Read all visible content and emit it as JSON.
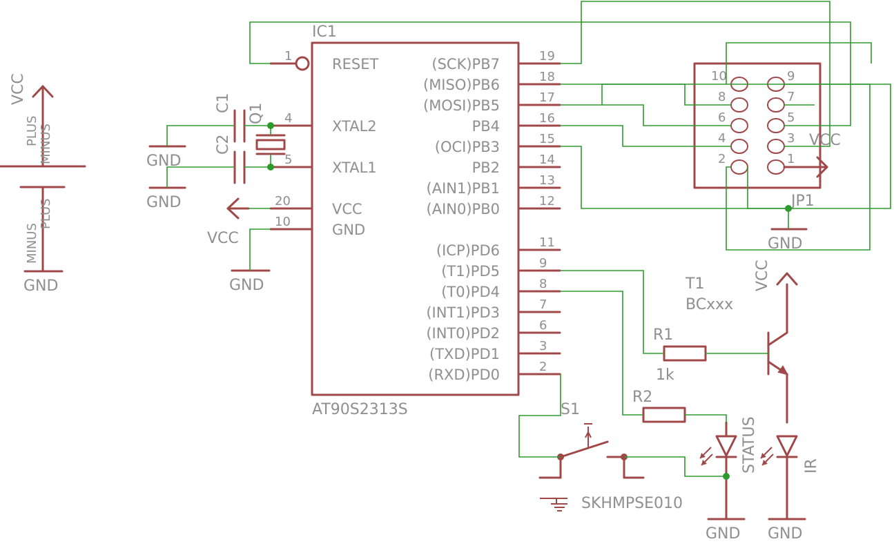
{
  "ic": {
    "name": "IC1",
    "part": "AT90S2313S",
    "left_pins": [
      {
        "num": "1",
        "name": "RESET"
      },
      {
        "num": "4",
        "name": "XTAL2"
      },
      {
        "num": "5",
        "name": "XTAL1"
      },
      {
        "num": "20",
        "name": "VCC"
      },
      {
        "num": "10",
        "name": "GND"
      }
    ],
    "right_pins": [
      {
        "num": "19",
        "name": "(SCK)PB7"
      },
      {
        "num": "18",
        "name": "(MISO)PB6"
      },
      {
        "num": "17",
        "name": "(MOSI)PB5"
      },
      {
        "num": "16",
        "name": "PB4"
      },
      {
        "num": "15",
        "name": "(OCI)PB3"
      },
      {
        "num": "14",
        "name": "PB2"
      },
      {
        "num": "13",
        "name": "(AIN1)PB1"
      },
      {
        "num": "12",
        "name": "(AIN0)PB0"
      },
      {
        "num": "11",
        "name": "(ICP)PD6"
      },
      {
        "num": "9",
        "name": "(T1)PD5"
      },
      {
        "num": "8",
        "name": "(T0)PD4"
      },
      {
        "num": "7",
        "name": "(INT1)PD3"
      },
      {
        "num": "6",
        "name": "(INT0)PD2"
      },
      {
        "num": "3",
        "name": "(TXD)PD1"
      },
      {
        "num": "2",
        "name": "(RXD)PD0"
      }
    ]
  },
  "power": {
    "vcc": "VCC",
    "plus": "PLUS",
    "minus": "MINUS",
    "gnd": "GND"
  },
  "parts": {
    "c1": "C1",
    "c2": "C2",
    "q1": "Q1",
    "jp1": "JP1",
    "t1": "T1",
    "t1_value": "BCxxx",
    "r1": "R1",
    "r1_value": "1k",
    "r2": "R2",
    "s1": "S1",
    "s1_part": "SKHMPSE010",
    "led_status": "STATUS",
    "led_ir": "IR"
  },
  "header": {
    "left_pins": [
      "10",
      "8",
      "6",
      "4",
      "2"
    ],
    "right_pins": [
      "9",
      "7",
      "5",
      "3",
      "1"
    ]
  },
  "colors": {
    "symbol": "#a04848",
    "wire": "#2e9a2e",
    "text": "#8f8f8f"
  }
}
